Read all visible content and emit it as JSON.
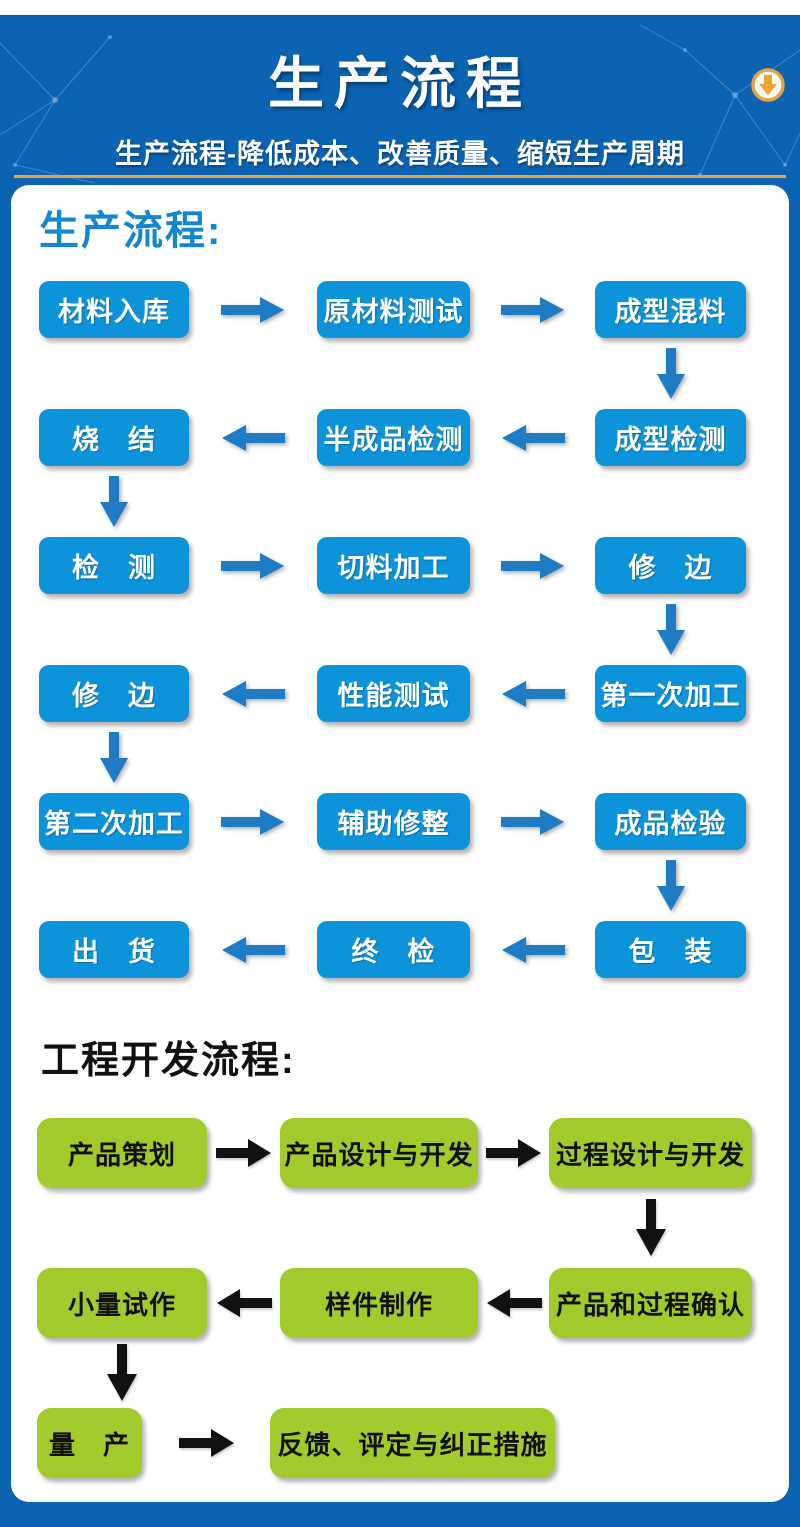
{
  "header": {
    "title": "生产流程",
    "subtitle": "生产流程-降低成本、改善质量、缩短生产周期"
  },
  "icons": {
    "download": "circle-down-arrow"
  },
  "colors": {
    "page_blue": "#0b63b1",
    "box_blue": "#0c93da",
    "arrow_blue": "#1d7cc4",
    "heading_blue": "#1286d0",
    "accent_gold": "#e8a33d",
    "box_green": "#a3ca2d",
    "text_dark": "#111111"
  },
  "production_flow": {
    "heading": "生产流程:",
    "rows": [
      {
        "direction": "right",
        "cells": [
          "材料入库",
          "原材料测试",
          "成型混料"
        ]
      },
      {
        "direction": "left",
        "cells": [
          "烧　结",
          "半成品检测",
          "成型检测"
        ]
      },
      {
        "direction": "right",
        "cells": [
          "检　测",
          "切料加工",
          "修　边"
        ]
      },
      {
        "direction": "left",
        "cells": [
          "修　边",
          "性能测试",
          "第一次加工"
        ]
      },
      {
        "direction": "right",
        "cells": [
          "第二次加工",
          "辅助修整",
          "成品检验"
        ]
      },
      {
        "direction": "left",
        "cells": [
          "出　货",
          "终　检",
          "包　装"
        ]
      }
    ]
  },
  "engineering_flow": {
    "heading": "工程开发流程:",
    "rows": [
      {
        "direction": "right",
        "cells": [
          "产品策划",
          "产品设计与开发",
          "过程设计与开发"
        ]
      },
      {
        "direction": "left",
        "cells": [
          "小量试作",
          "样件制作",
          "产品和过程确认"
        ]
      },
      {
        "direction": "right",
        "cells": [
          "量　产",
          "反馈、评定与纠正措施"
        ]
      }
    ]
  }
}
